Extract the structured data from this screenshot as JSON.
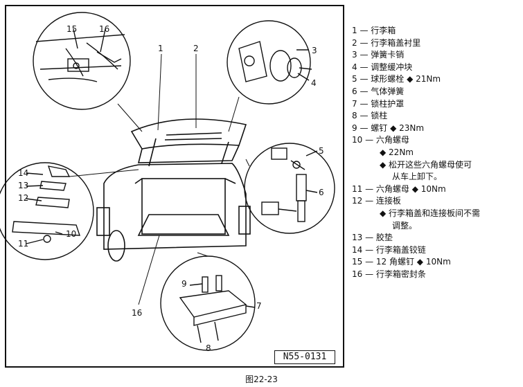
{
  "figure": {
    "caption": "图22-23",
    "code": "N55-0131"
  },
  "callouts": [
    "1",
    "2",
    "3",
    "4",
    "5",
    "6",
    "7",
    "8",
    "9",
    "10",
    "11",
    "12",
    "13",
    "14",
    "15",
    "16"
  ],
  "legend": [
    {
      "num": "1",
      "text": "1 — 行李箱"
    },
    {
      "num": "2",
      "text": "2 — 行李箱盖衬里"
    },
    {
      "num": "3",
      "text": "3 — 弹簧卡销"
    },
    {
      "num": "4",
      "text": "4 — 调整缓冲块"
    },
    {
      "num": "5",
      "text": "5 — 球形螺栓 ◆ 21Nm"
    },
    {
      "num": "6",
      "text": "6 — 气体弹簧"
    },
    {
      "num": "7",
      "text": "7 — 锁柱护罩"
    },
    {
      "num": "8",
      "text": "8 — 锁柱"
    },
    {
      "num": "9",
      "text": "9 — 螺钉 ◆ 23Nm"
    },
    {
      "num": "10",
      "text": "10 — 六角螺母"
    },
    {
      "num": "10a",
      "text": "◆ 22Nm"
    },
    {
      "num": "10b",
      "text": "◆ 松开这些六角螺母使可"
    },
    {
      "num": "10c",
      "text": "从车上卸下。"
    },
    {
      "num": "11",
      "text": "11 — 六角螺母 ◆ 10Nm"
    },
    {
      "num": "12",
      "text": "12 — 连接板"
    },
    {
      "num": "12a",
      "text": "◆ 行李箱盖和连接板间不需"
    },
    {
      "num": "12b",
      "text": "调整。"
    },
    {
      "num": "13",
      "text": "13 — 胶垫"
    },
    {
      "num": "14",
      "text": "14 — 行李箱盖铰链"
    },
    {
      "num": "15",
      "text": "15 — 12 角螺钉 ◆ 10Nm"
    },
    {
      "num": "16",
      "text": "16 — 行李箱密封条"
    }
  ]
}
